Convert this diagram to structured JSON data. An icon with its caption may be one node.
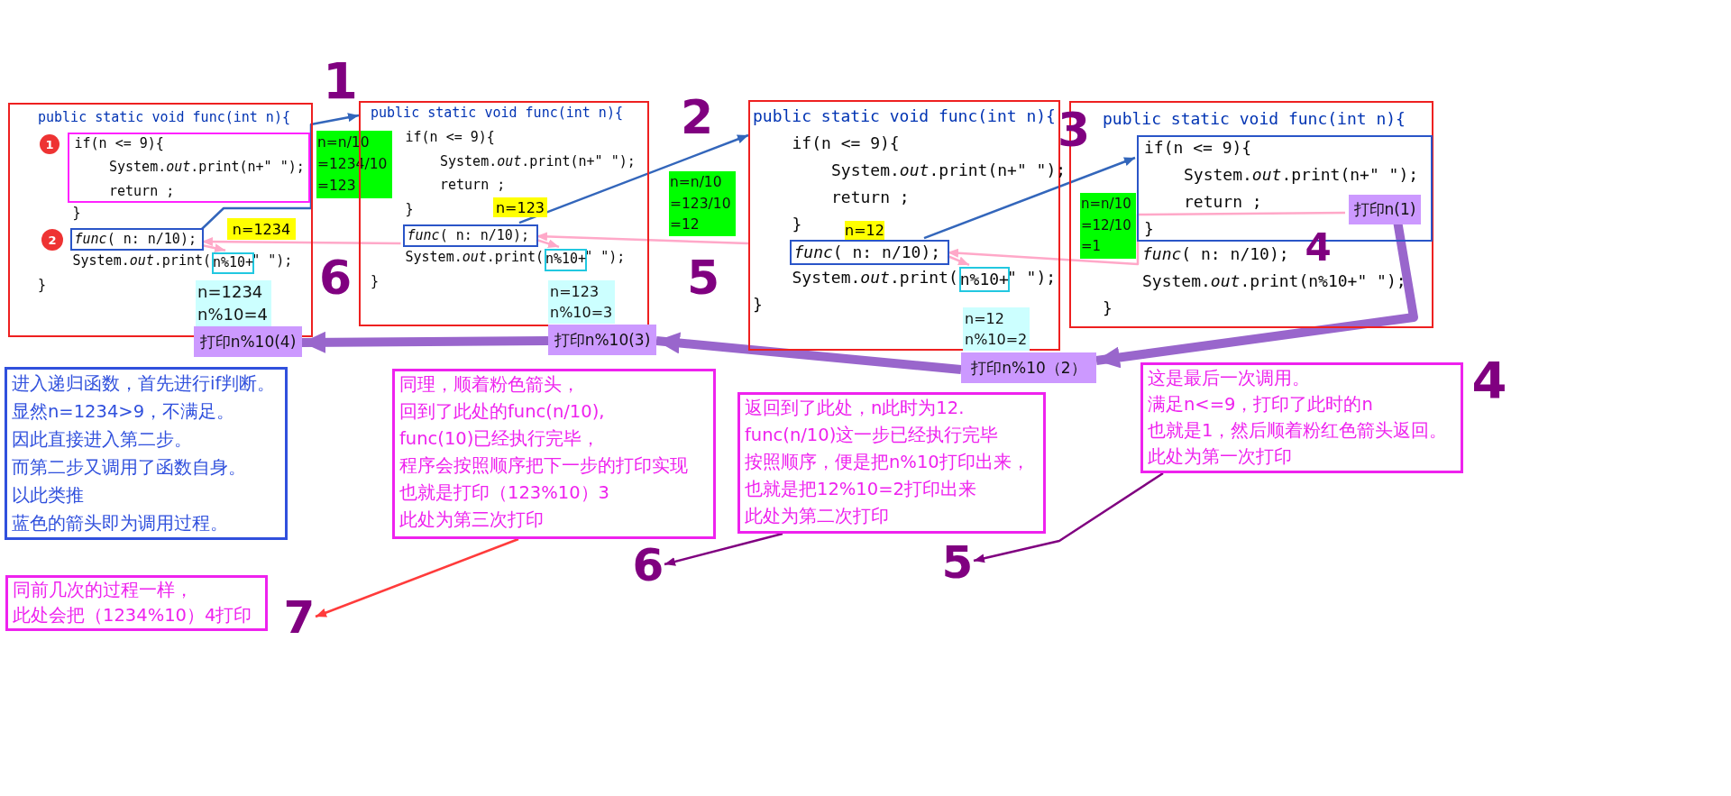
{
  "diagram": {
    "nodes": [
      {
        "text": [
          "public static void func(int n){",
          "}",
          "System.*out*.print(",
          "\" \");",
          "}"
        ]
      },
      {
        "text": [
          "1"
        ],
        "in": 0
      },
      {
        "text": [
          "if(n <= 9){",
          "System.*out*.print(n+\" \");",
          "return ;"
        ],
        "in": 0
      },
      {
        "text": [
          "2"
        ],
        "in": 0
      },
      {
        "text": [
          "*func*( n: n/10);"
        ],
        "in": 0
      },
      {
        "text": [
          "n%10+"
        ],
        "in": 0
      },
      {
        "text": [
          "n=1234"
        ],
        "in": 0
      },
      {
        "text": [
          "n=1234",
          "n%10=4"
        ],
        "in": 0
      },
      {
        "text": [
          "打印n%10(4)"
        ]
      },
      {
        "text": [
          "n=n/10",
          "=1234/10",
          "=123"
        ]
      },
      {
        "text": [
          "public static void func(int n){",
          "if(n <= 9){",
          "System.*out*.print(n+\" \");",
          "return ;",
          "}",
          "System.*out*.print(",
          "\" \");",
          "}"
        ]
      },
      {
        "text": [
          "n=123"
        ],
        "in": 10
      },
      {
        "text": [
          "*func*( n: n/10);"
        ],
        "in": 10
      },
      {
        "text": [
          "n%10+"
        ],
        "in": 10
      },
      {
        "text": [
          "n=123",
          "n%10=3"
        ],
        "in": 10
      },
      {
        "text": [
          "打印n%10(3)"
        ]
      },
      {
        "text": [
          "n=n/10",
          "=123/10",
          "=12"
        ]
      },
      {
        "text": [
          "public static void func(int n){",
          "if(n <= 9){",
          "System.*out*.print(n+\" \");",
          "return ;",
          "}",
          "System.*out*.print(",
          "\" \");",
          "}"
        ]
      },
      {
        "text": [
          "n=12"
        ],
        "in": 17
      },
      {
        "text": [
          "*func*( n: n/10);"
        ],
        "in": 17
      },
      {
        "text": [
          "n%10+"
        ],
        "in": 17
      },
      {
        "text": [
          "n=12",
          "n%10=2"
        ],
        "in": 17
      },
      {
        "text": [
          "打印n%10（2）"
        ]
      },
      {
        "text": [
          "public static void func(int n){",
          "*func*( n: n/10);",
          "System.*out*.print(n%10+\" \");",
          "}"
        ]
      },
      {
        "text": [
          "n=n/10",
          "=12/10",
          "=1"
        ],
        "in": 23
      },
      {
        "text": [
          "if(n <= 9){",
          "System.*out*.print(n+\" \");",
          "return ;",
          "}"
        ],
        "in": 23
      },
      {
        "text": [
          "打印n(1)"
        ],
        "in": 25
      },
      {
        "text": [
          "进入递归函数，首先进行if判断。",
          "显然n=1234>9，不满足。",
          "因此直接进入第二步。",
          "而第二步又调用了函数自身。",
          "以此类推",
          "蓝色的箭头即为调用过程。"
        ]
      },
      {
        "text": [
          "同理，顺着粉色箭头，",
          "回到了此处的func(n/10),",
          "func(10)已经执行完毕，",
          "程序会按照顺序把下一步的打印实现",
          "也就是打印（123%10）3",
          "此处为第三次打印"
        ]
      },
      {
        "text": [
          "返回到了此处，n此时为12.",
          "func(n/10)这一步已经执行完毕",
          "按照顺序，便是把n%10打印出来，",
          "也就是把12%10=2打印出来",
          "此处为第二次打印"
        ]
      },
      {
        "text": [
          "这是最后一次调用。",
          "满足n<=9，打印了此时的n",
          "也就是1，然后顺着粉红色箭头返回。",
          "此处为第一次打印"
        ]
      },
      {
        "text": [
          "同前几次的过程一样，",
          "此处会把（1234%10）4打印"
        ]
      },
      {
        "text": [
          "6"
        ]
      },
      {
        "text": [
          "5"
        ]
      },
      {
        "text": [
          "7"
        ]
      }
    ],
    "edges": [
      {
        "from": 4,
        "to": 10,
        "arrow": "to",
        "color": "#3366bb"
      },
      {
        "from": 12,
        "to": 17,
        "arrow": "to",
        "color": "#3366bb"
      },
      {
        "from": 19,
        "to": 25,
        "arrow": "to",
        "color": "#3366bb"
      },
      {
        "from": 26,
        "to": 19,
        "arrow": "to"
      },
      {
        "from": 19,
        "to": 20,
        "arrow": "to"
      },
      {
        "from": 17,
        "to": 12,
        "arrow": "to"
      },
      {
        "from": 12,
        "to": 13,
        "arrow": "to"
      },
      {
        "from": 12,
        "to": 4,
        "arrow": "to"
      },
      {
        "from": 4,
        "to": 5,
        "arrow": "to"
      },
      {
        "from": 26,
        "to": 22,
        "arrow": "to",
        "style": "thick",
        "color": "#9966cc"
      },
      {
        "from": 22,
        "to": 15,
        "arrow": "to",
        "style": "thick",
        "color": "#9966cc"
      },
      {
        "from": 15,
        "to": 8,
        "arrow": "to",
        "style": "thick",
        "color": "#9966cc"
      },
      {
        "from": 30,
        "to": 33,
        "arrow": "to",
        "color": "#800080"
      },
      {
        "from": 29,
        "to": 32,
        "arrow": "to",
        "color": "#800080"
      },
      {
        "from": 28,
        "to": 34,
        "arrow": "to",
        "color": "#ff3b3b"
      }
    ],
    "labels": [
      "1",
      "2",
      "3",
      "4",
      "6",
      "5",
      "4"
    ]
  }
}
